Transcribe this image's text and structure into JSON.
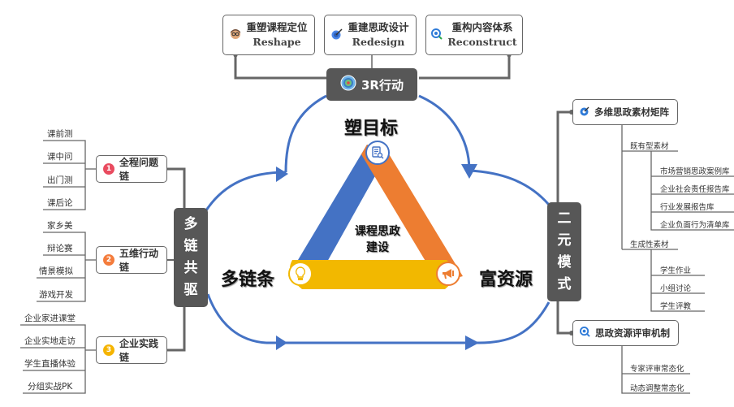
{
  "colors": {
    "hub_bg": "#575757",
    "cycle_arrow": "#4472c4",
    "triangle_blue": "#4472c4",
    "triangle_orange": "#ed7d31",
    "triangle_yellow": "#f2b800",
    "num1": "#e94b5f",
    "num2": "#f47c3c",
    "num3": "#f5b400",
    "connector": "#666666"
  },
  "top_hub": {
    "label": "3R行动",
    "icon": "target-icon",
    "items": [
      {
        "cn": "重塑课程定位",
        "en": "Reshape",
        "icon": "person-glasses-icon"
      },
      {
        "cn": "重建思政设计",
        "en": "Redesign",
        "icon": "dart-target-icon"
      },
      {
        "cn": "重构内容体系",
        "en": "Reconstruct",
        "icon": "search-target-icon"
      }
    ]
  },
  "left_hub": {
    "label": [
      "多",
      "链",
      "共",
      "驱"
    ],
    "chains": [
      {
        "num": "1",
        "label": "全程问题链",
        "leaves": [
          "课前测",
          "课中问",
          "出门测",
          "课后论"
        ]
      },
      {
        "num": "2",
        "label": "五维行动链",
        "leaves": [
          "家乡美",
          "辩论赛",
          "情景模拟",
          "游戏开发"
        ]
      },
      {
        "num": "3",
        "label": "企业实践链",
        "leaves": [
          "企业家进课堂",
          "企业实地走访",
          "学生直播体验",
          "分组实战PK"
        ]
      }
    ]
  },
  "right_hub": {
    "label": [
      "二",
      "元",
      "模",
      "式"
    ],
    "matrix": {
      "label": "多维思政素材矩阵",
      "icon": "dart-target-icon",
      "groups": [
        {
          "label": "既有型素材",
          "items": [
            "市场营销思政案例库",
            "企业社会责任报告库",
            "行业发展报告库",
            "企业负面行为清单库"
          ]
        },
        {
          "label": "生成性素材",
          "items": [
            "学生作业",
            "小组讨论",
            "学生评教"
          ]
        }
      ]
    },
    "review": {
      "label": "思政资源评审机制",
      "icon": "search-target-icon",
      "items": [
        "专家评审常态化",
        "动态调整常态化"
      ]
    }
  },
  "center": {
    "title_line1": "课程思政",
    "title_line2": "建设",
    "vertices": [
      {
        "label": "塑目标",
        "icon": "document-search-icon"
      },
      {
        "label": "多链条",
        "icon": "lightbulb-icon"
      },
      {
        "label": "富资源",
        "icon": "megaphone-icon"
      }
    ]
  }
}
